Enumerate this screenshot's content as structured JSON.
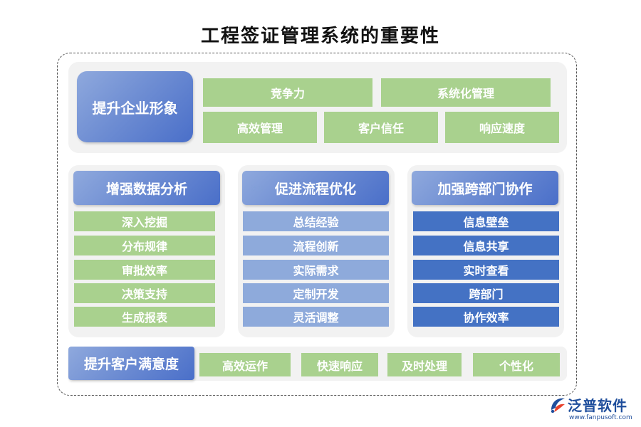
{
  "title": "工程签证管理系统的重要性",
  "top": {
    "head": "提升企业形象",
    "row1": [
      "竞争力",
      "系统化管理"
    ],
    "row2": [
      "高效管理",
      "客户信任",
      "响应速度"
    ]
  },
  "columns": [
    {
      "head": "增强数据分析",
      "color": "#a9d18e",
      "items": [
        "深入挖掘",
        "分布规律",
        "审批效率",
        "决策支持",
        "生成报表"
      ]
    },
    {
      "head": "促进流程优化",
      "color": "#8eaadb",
      "items": [
        "总结经验",
        "流程创新",
        "实际需求",
        "定制开发",
        "灵活调整"
      ]
    },
    {
      "head": "加强跨部门协作",
      "color": "#4472c4",
      "items": [
        "信息壁垒",
        "信息共享",
        "实时查看",
        "跨部门",
        "协作效率"
      ]
    }
  ],
  "bottom": {
    "head": "提升客户满意度",
    "items": [
      "高效运作",
      "快速响应",
      "及时处理",
      "个性化"
    ]
  },
  "logo": {
    "name": "泛普软件",
    "url": "www.fanpusoft.com",
    "icon": "fanpu-logo-icon"
  },
  "colors": {
    "green": "#a9d18e",
    "light_blue": "#8eaadb",
    "dark_blue": "#4472c4",
    "head_gradient_end": "#4a6fc9"
  }
}
